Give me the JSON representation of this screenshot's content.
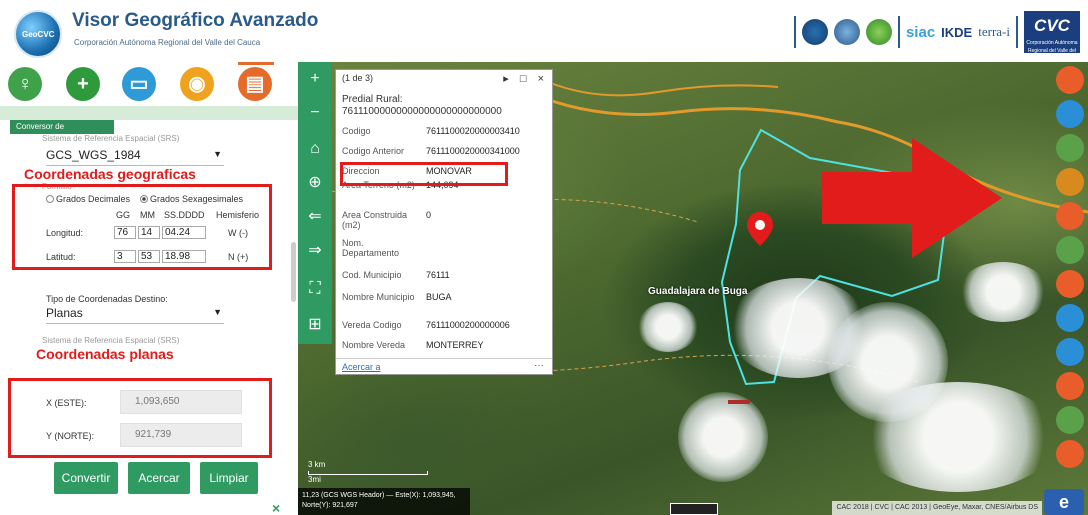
{
  "header": {
    "title": "Visor Geográfico Avanzado",
    "subtitle": "Corporación Autónoma Regional del Valle del Cauca",
    "logo_text": "GeoCVC",
    "brands": {
      "siac": "siac",
      "ikde": "IKDE",
      "terra": "terra-i",
      "cvc": "CVC",
      "cvc_sub": "Corporación Autónoma Regional del Valle del Cauca"
    },
    "colors": {
      "primary": "#2a5a8a",
      "green": "#2f9b62"
    }
  },
  "toolbar": {
    "tools": [
      {
        "icon": "pin-icon",
        "glyph": "♀"
      },
      {
        "icon": "plus-icon",
        "glyph": "+"
      },
      {
        "icon": "ruler-icon",
        "glyph": "▭"
      },
      {
        "icon": "location-icon",
        "glyph": "◉"
      },
      {
        "icon": "calculator-icon",
        "glyph": "▤"
      }
    ]
  },
  "converter": {
    "tab_label": "Conversor de Coordenadas",
    "origin_label_faint": "Sistema de Referencia Espacial (SRS)",
    "origin_srs": "GCS_WGS_1984",
    "geo_heading": "Coordenadas geograficas",
    "format_faint": "Formato",
    "radio_decimal": "Grados Decimales",
    "radio_sexagesimal": "Grados Sexagesimales",
    "col_headers": [
      "GG",
      "MM",
      "SS.DDDD",
      "Hemisferio"
    ],
    "longitude": {
      "label": "Longitud:",
      "gg": "76",
      "mm": "14",
      "ss": "04.24",
      "hemi": "W (-)"
    },
    "latitude": {
      "label": "Latitud:",
      "gg": "3",
      "mm": "53",
      "ss": "18.98",
      "hemi": "N (+)"
    },
    "dest_type_label": "Tipo de Coordenadas Destino:",
    "dest_type": "Planas",
    "dest_srs_faint": "Sistema de Referencia Espacial (SRS)",
    "plan_heading": "Coordenadas planas",
    "x_label": "X (ESTE):",
    "x_value": "1,093,650",
    "y_label": "Y (NORTE):",
    "y_value": "921,739",
    "buttons": {
      "convert": "Convertir",
      "zoom": "Acercar",
      "clear": "Limpiar"
    },
    "close": "×"
  },
  "popup": {
    "nav": "(1 de 3)",
    "controls": "▸ □ ×",
    "title": "Predial Rural: 76111000000000000000000000000",
    "rows": [
      {
        "k": "Codigo",
        "v": "7611100020000003410"
      },
      {
        "k": "Codigo Anterior",
        "v": "7611100020000341000"
      },
      {
        "k": "Direccion",
        "v": "MONOVAR"
      },
      {
        "k": "Area Terreno (m2)",
        "v": "144,094"
      },
      {
        "k": "Area Construida (m2)",
        "v": "0"
      },
      {
        "k": "Nom. Departamento",
        "v": ""
      },
      {
        "k": "Cod. Municipio",
        "v": "76111"
      },
      {
        "k": "Nombre Municipio",
        "v": "BUGA"
      },
      {
        "k": "Vereda Codigo",
        "v": "76111000200000006"
      },
      {
        "k": "Nombre Vereda",
        "v": "MONTERREY"
      }
    ],
    "zoom_link": "Acercar a",
    "more": "···"
  },
  "map": {
    "nav_buttons": [
      {
        "icon": "zoom-in-icon",
        "glyph": "+"
      },
      {
        "icon": "zoom-out-icon",
        "glyph": "−"
      },
      {
        "icon": "home-icon",
        "glyph": "⌂"
      },
      {
        "icon": "locate-icon",
        "glyph": "⊕"
      },
      {
        "icon": "back-icon",
        "glyph": "⇐"
      },
      {
        "icon": "forward-icon",
        "glyph": "⇒"
      },
      {
        "icon": "fullscreen-icon",
        "glyph": "⛶"
      },
      {
        "icon": "layers-icon",
        "glyph": "⊞"
      }
    ],
    "place_name": "Guadalajara de Buga",
    "scale_label": "3 km",
    "scale_sub": "3mi",
    "coord_text": "11,23 (GCS WGS Heador) — Este(X): 1,093,945, Norte(Y): 921,697",
    "attribution": "CAC 2018 | CVC | CAC 2013 | GeoEye, Maxar, CNES/Airbus DS",
    "e_badge": "e"
  },
  "right_rail": [
    {
      "icon": "orange-leaf-icon",
      "color": "#e85d2a"
    },
    {
      "icon": "water-drop-icon",
      "color": "#2a8fd6"
    },
    {
      "icon": "green-layers-icon",
      "color": "#5aa14a"
    },
    {
      "icon": "tractor-icon",
      "color": "#d98a1e"
    },
    {
      "icon": "animal-icon",
      "color": "#e85d2a"
    },
    {
      "icon": "mountain-icon",
      "color": "#5aa14a"
    },
    {
      "icon": "people-icon",
      "color": "#e85d2a"
    },
    {
      "icon": "info-icon",
      "color": "#2a8fd6"
    },
    {
      "icon": "bird-icon",
      "color": "#2a8fd6"
    },
    {
      "icon": "volcano-icon",
      "color": "#e85d2a"
    },
    {
      "icon": "picture-icon",
      "color": "#5aa14a"
    },
    {
      "icon": "fire-icon",
      "color": "#e85d2a"
    }
  ]
}
